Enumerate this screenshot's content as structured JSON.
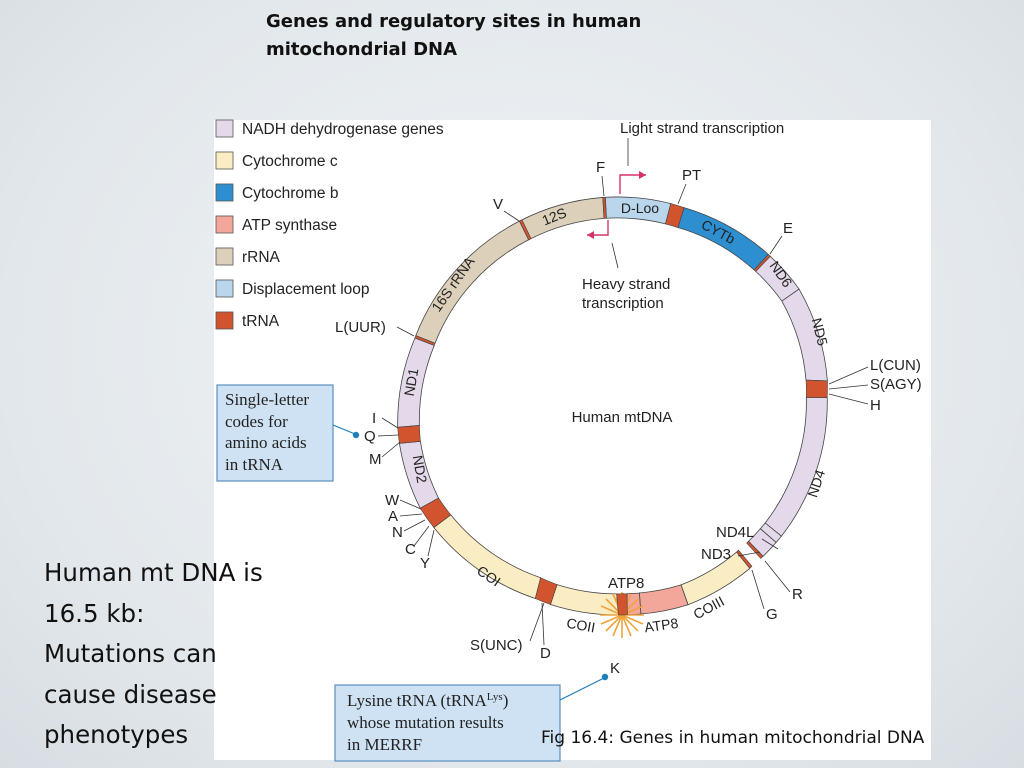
{
  "slide": {
    "title_lines": [
      "Genes and regulatory sites in human",
      "mitochondrial DNA"
    ],
    "side_text_lines": [
      "Human mt DNA is",
      "16.5 kb:",
      "Mutations can",
      "cause disease",
      "phenotypes"
    ],
    "caption": "Fig 16.4: Genes in human mitochondrial DNA"
  },
  "figure": {
    "center_label": "Human mtDNA",
    "legend": [
      {
        "label": "NADH dehydrogenase genes",
        "color": "#e4d9ea"
      },
      {
        "label": "Cytochrome c",
        "color": "#fbedc3"
      },
      {
        "label": "Cytochrome b",
        "color": "#2d8fd0"
      },
      {
        "label": "ATP synthase",
        "color": "#f3a79b"
      },
      {
        "label": "rRNA",
        "color": "#ddd0bb"
      },
      {
        "label": "Displacement loop",
        "color": "#b9d6ec"
      },
      {
        "label": "tRNA",
        "color": "#d2542f"
      }
    ],
    "ring_labels": [
      "D-Loo",
      "CYTb",
      "ND6",
      "ND5",
      "ND4",
      "ND4L",
      "ND3",
      "COIII",
      "ATP8",
      "ATP8",
      "COII",
      "COI",
      "ND2",
      "ND1",
      "16S rRNA",
      "12S"
    ],
    "trna_labels": [
      "F",
      "PT",
      "E",
      "L(CUN)",
      "S(AGY)",
      "H",
      "R",
      "G",
      "K",
      "S(UNC)",
      "D",
      "Y",
      "C",
      "N",
      "A",
      "W",
      "M",
      "Q",
      "I",
      "L(UUR)",
      "V"
    ],
    "transcription": {
      "light": "Light strand transcription",
      "heavy_lines": [
        "Heavy strand",
        "transcription"
      ]
    },
    "callouts": {
      "amino_lines": [
        "Single-letter",
        "codes for",
        "amino acids",
        "in tRNA"
      ],
      "lysine_lines": [
        "Lysine tRNA (tRNA",
        "Lys",
        ")",
        "whose mutation results",
        "in MERRF"
      ]
    }
  }
}
